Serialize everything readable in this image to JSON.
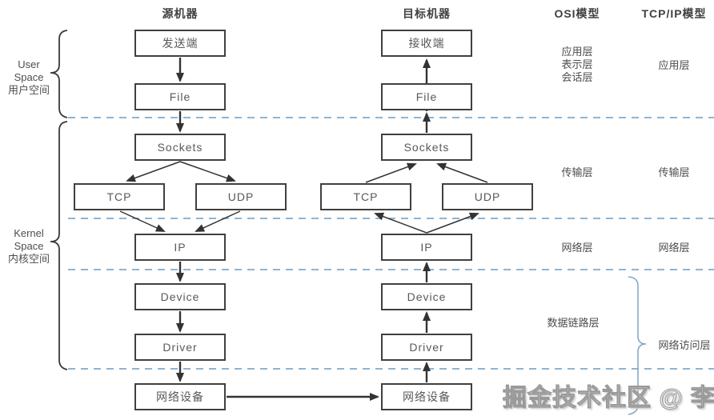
{
  "headers": {
    "source": "源机器",
    "target": "目标机器",
    "osi": "OSI模型",
    "tcpip": "TCP/IP模型"
  },
  "side_labels": {
    "user_space": [
      "User",
      "Space",
      "用户空间"
    ],
    "kernel_space": [
      "Kernel",
      "Space",
      "内核空间"
    ]
  },
  "source_machine": {
    "boxes": [
      "发送端",
      "File",
      "Sockets",
      "TCP",
      "UDP",
      "IP",
      "Device",
      "Driver",
      "网络设备"
    ]
  },
  "target_machine": {
    "boxes": [
      "接收端",
      "File",
      "Sockets",
      "TCP",
      "UDP",
      "IP",
      "Device",
      "Driver",
      "网络设备"
    ]
  },
  "osi_model": {
    "application_group": [
      "应用层",
      "表示层",
      "会话层"
    ],
    "transport": "传输层",
    "network": "网络层",
    "data_link": "数据链路层"
  },
  "tcpip_model": {
    "application": "应用层",
    "transport": "传输层",
    "network": "网络层",
    "network_access": "网络访问层"
  },
  "watermark": "掘金技术社区 @ 李宥",
  "colors": {
    "box_border": "#404040",
    "box_text": "#595959",
    "arrow": "#333333",
    "dashed_line": "#8fb4d2",
    "left_brace": "#3a3a3a",
    "right_brace": "#85a9c9"
  }
}
